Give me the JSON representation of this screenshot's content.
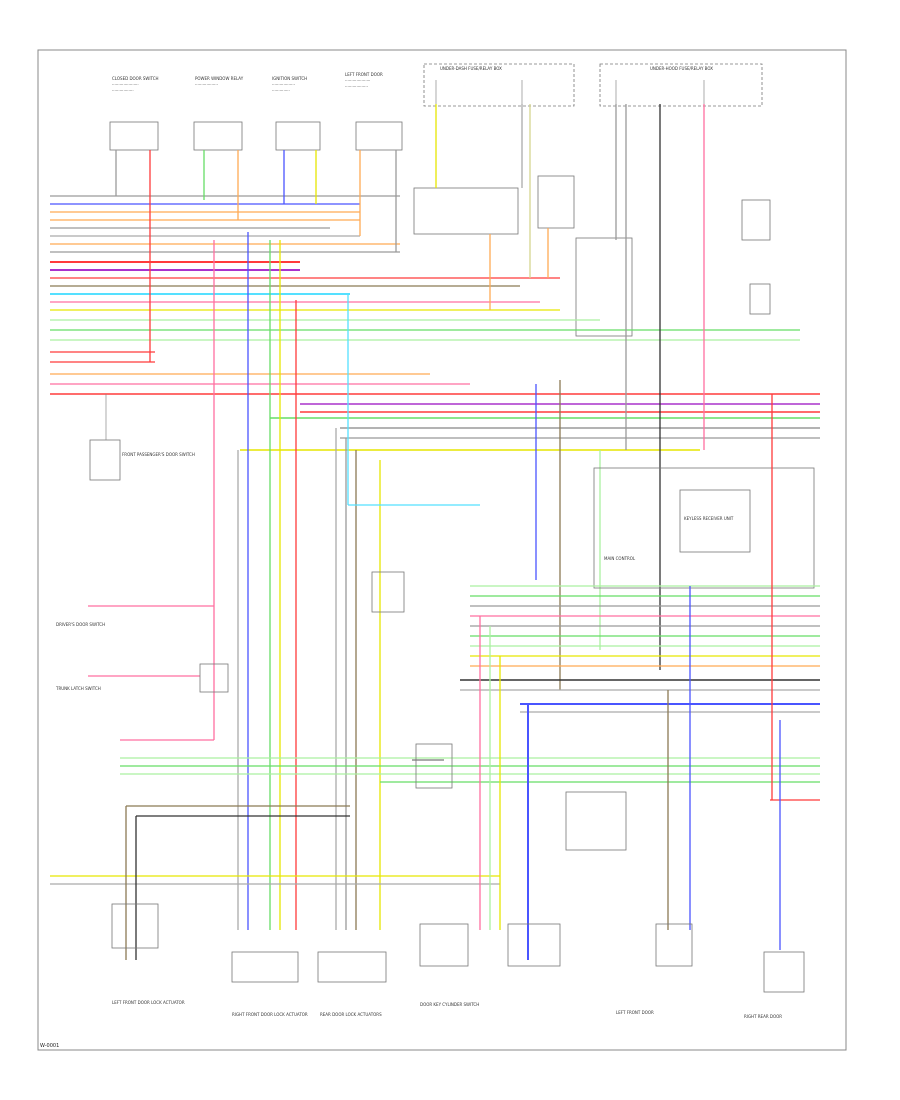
{
  "diagram": {
    "footer_code": "W-0001",
    "colors": {
      "red": "#ff3b3b",
      "pink": "#ff6fa0",
      "green": "#66dd66",
      "light_green": "#aaf0a0",
      "blue": "#4a55ff",
      "light_blue": "#55e0ff",
      "orange": "#ffaa55",
      "yellow": "#e6e600",
      "purple": "#aa33cc",
      "gray": "#9a9a9a",
      "brown": "#8b7a55",
      "black": "#333333"
    },
    "labels": {
      "top_1": "CLOSED DOOR SWITCH",
      "top_2": "POWER WINDOW RELAY",
      "top_3": "IGNITION SWITCH",
      "top_4": "LEFT FRONT DOOR",
      "fuse_box_1": "UNDER-DASH FUSE/RELAY BOX",
      "fuse_box_2": "UNDER-HOOD FUSE/RELAY BOX",
      "mid_1": "MAIN CONTROL",
      "mid_2": "KEYLESS RECEIVER UNIT",
      "left_1": "FRONT PASSENGER'S DOOR SWITCH",
      "left_2": "DRIVER'S DOOR SWITCH",
      "left_3": "TRUNK LATCH SWITCH",
      "bottom_1": "LEFT FRONT DOOR LOCK ACTUATOR",
      "bottom_2": "RIGHT FRONT DOOR LOCK ACTUATOR",
      "bottom_3": "REAR DOOR LOCK ACTUATORS",
      "bottom_4": "DOOR KEY CYLINDER SWITCH",
      "bottom_5": "LEFT FRONT DOOR",
      "bottom_6": "RIGHT REAR DOOR"
    }
  }
}
